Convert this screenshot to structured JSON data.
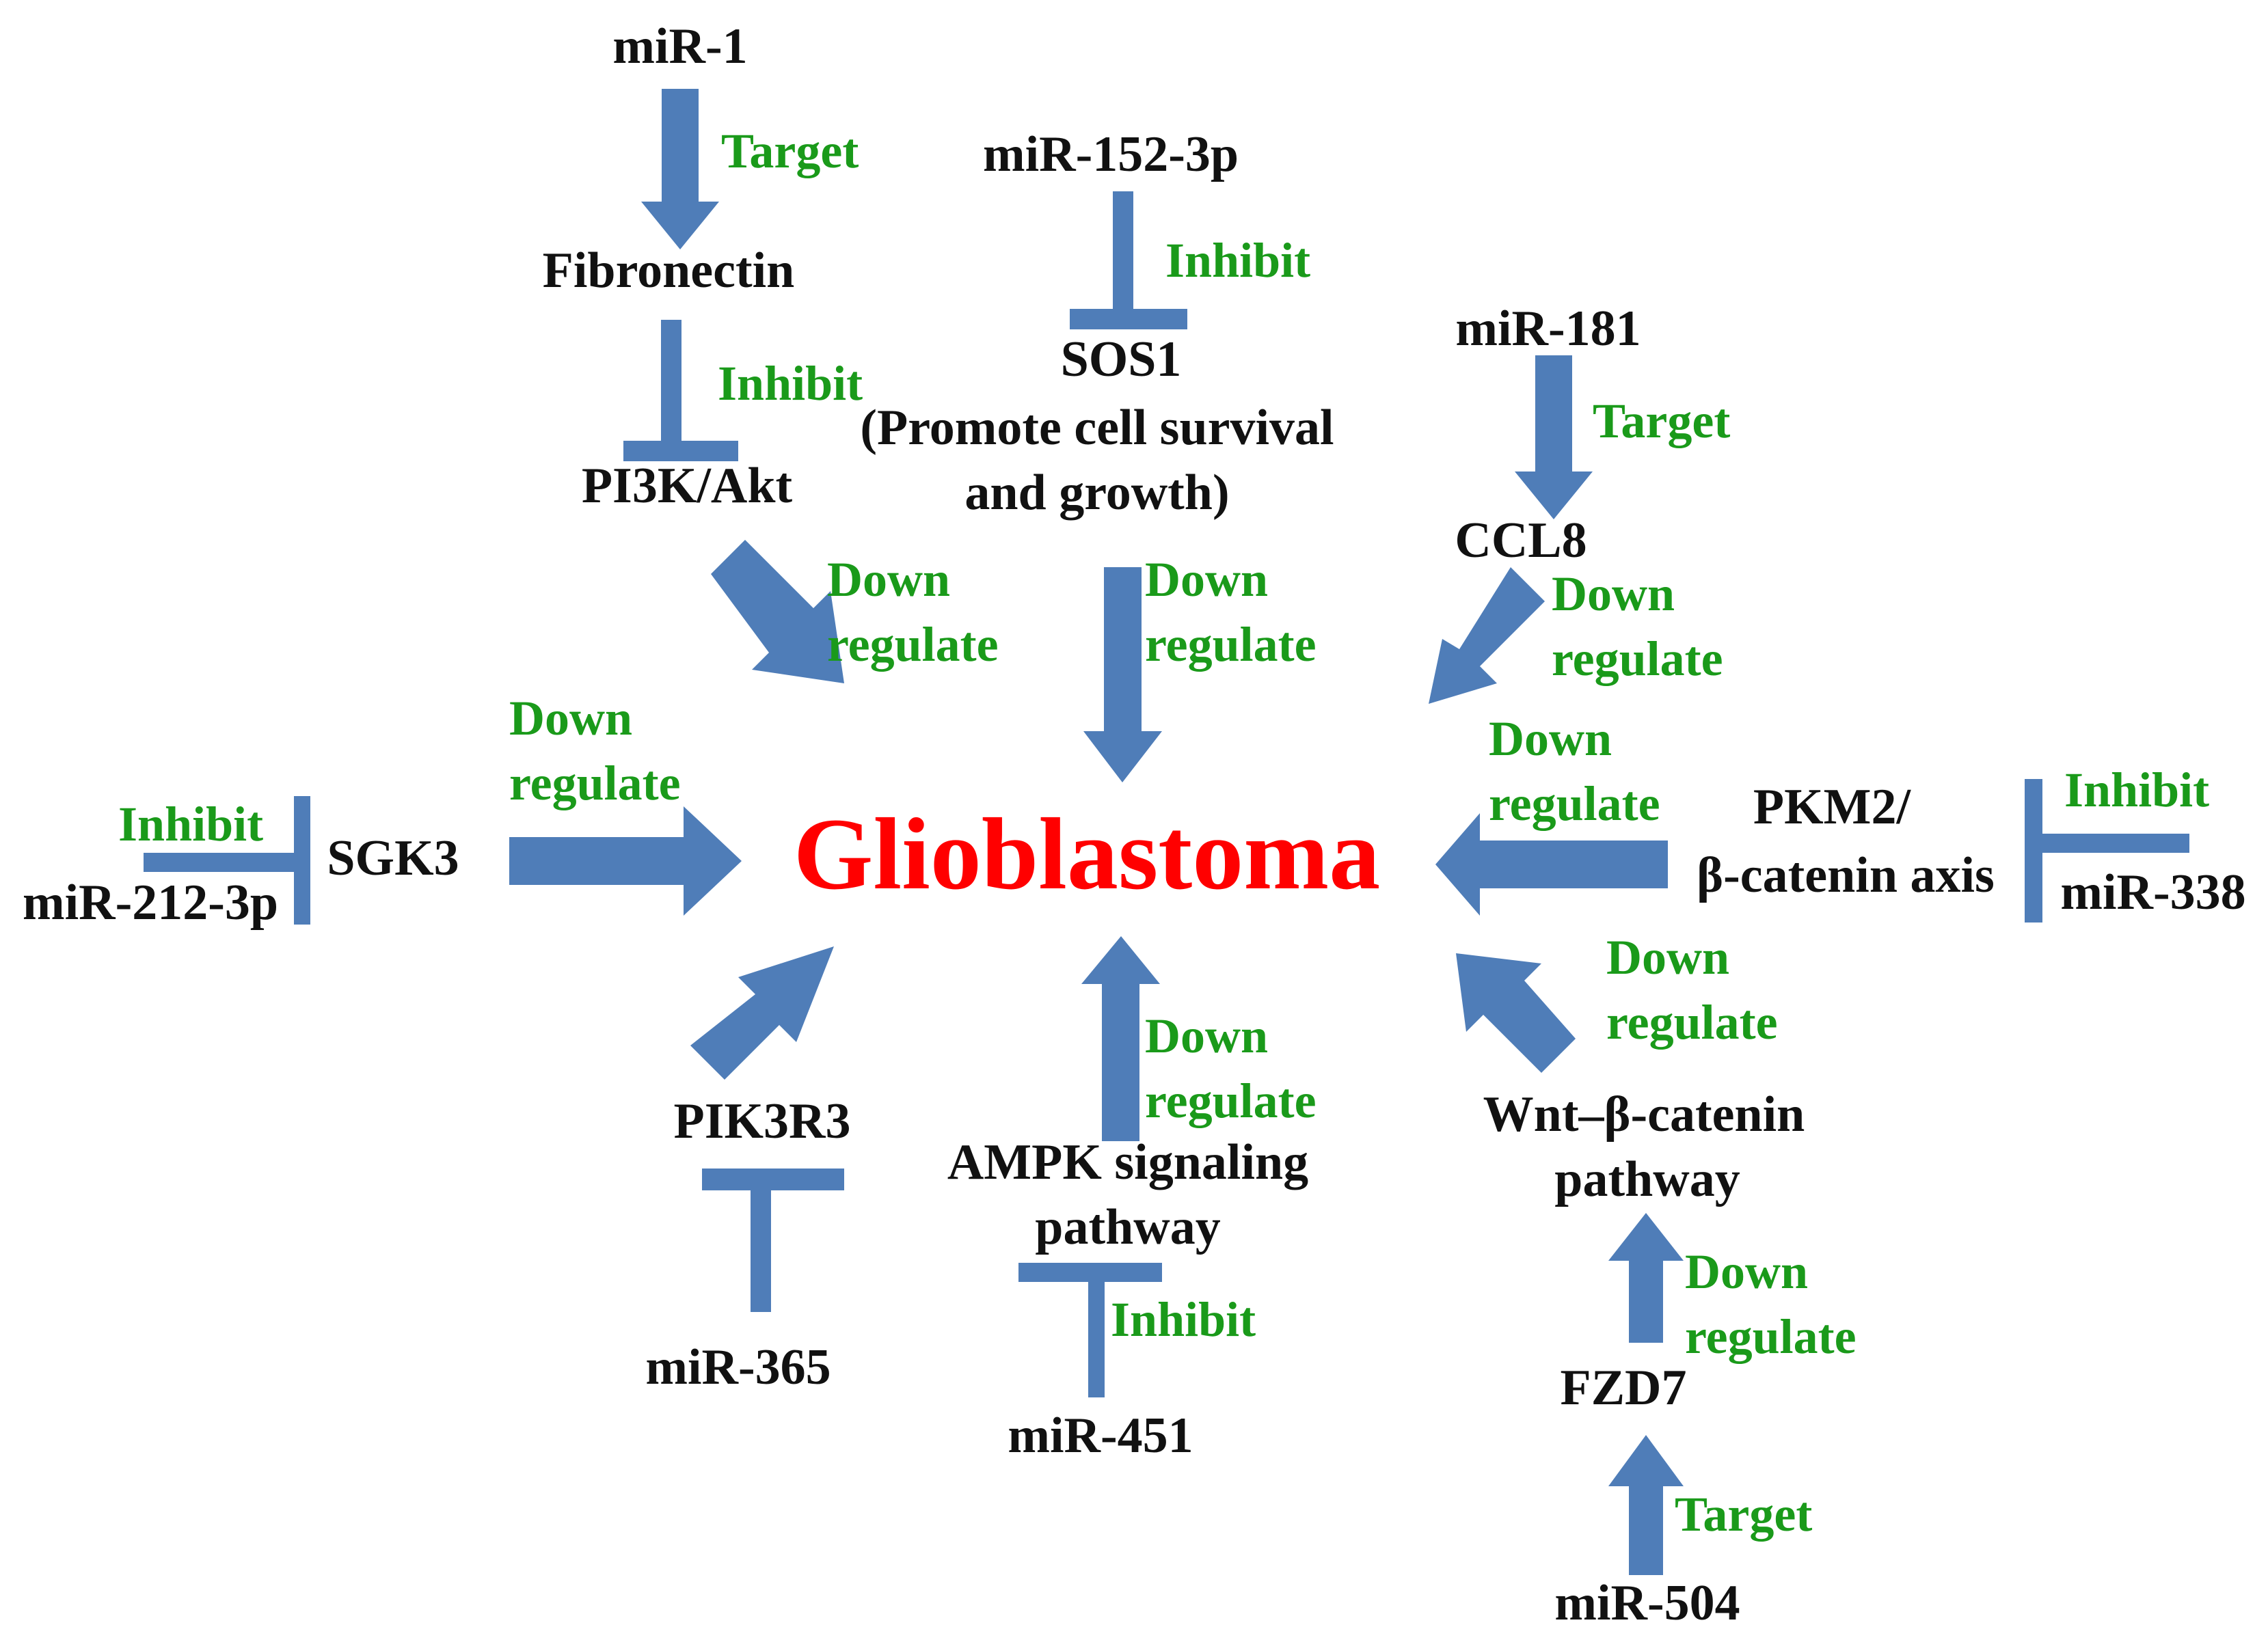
{
  "colors": {
    "arrow": "#4f7db8",
    "relation": "#1a9a1a",
    "center": "#ff0000",
    "node": "#111111"
  },
  "center": "Glioblastoma",
  "nodes": {
    "mir1": "miR-1",
    "fibronectin": "Fibronectin",
    "pi3k": "PI3K/Akt",
    "mir152": "miR-152-3p",
    "sos1": "SOS1",
    "sos1_note1": "(Promote cell survival",
    "sos1_note2": "and growth)",
    "mir181": "miR-181",
    "ccl8": "CCL8",
    "sgk3": "SGK3",
    "mir212": "miR-212-3p",
    "pkm2_1": "PKM2/",
    "pkm2_2": "β-catenin axis",
    "mir338": "miR-338",
    "pik3r3": "PIK3R3",
    "mir365": "miR-365",
    "ampk1": "AMPK  signaling",
    "ampk2": "pathway",
    "mir451": "miR-451",
    "wnt1": "Wnt–β-catenin",
    "wnt2": "pathway",
    "fzd7": "FZD7",
    "mir504": "miR-504"
  },
  "relations": {
    "target": "Target",
    "inhibit": "Inhibit",
    "down": "Down",
    "regulate": "regulate"
  }
}
